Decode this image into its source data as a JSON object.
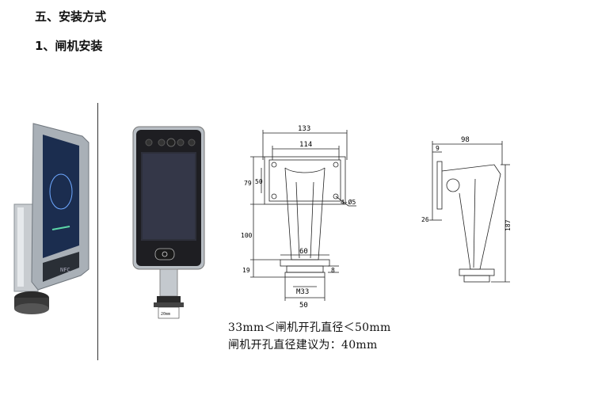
{
  "headings": {
    "section": "五、安装方式",
    "subsection": "1、闸机安装"
  },
  "front_view": {
    "dims": {
      "overall_width": "133",
      "hole_spacing": "114",
      "hole_height": "50",
      "plate_height": "79",
      "neck_height": "100",
      "base_height": "19",
      "flange_width": "60",
      "thread": "M33",
      "bottom_width": "50",
      "nut_height": "8",
      "holes": "4-Ø5"
    }
  },
  "side_view": {
    "dims": {
      "depth": "98",
      "plate_thickness": "9",
      "offset": "26",
      "total_height": "187"
    }
  },
  "device": {
    "nfc_label": "NFC",
    "base_label": "20mm"
  },
  "notes": {
    "range": "33mm＜闸机开孔直径＜50mm",
    "suggest": "闸机开孔直径建议为：40mm"
  },
  "colors": {
    "frame": "#9aa3ab",
    "screen": "#1a2a48",
    "line": "#222222"
  }
}
